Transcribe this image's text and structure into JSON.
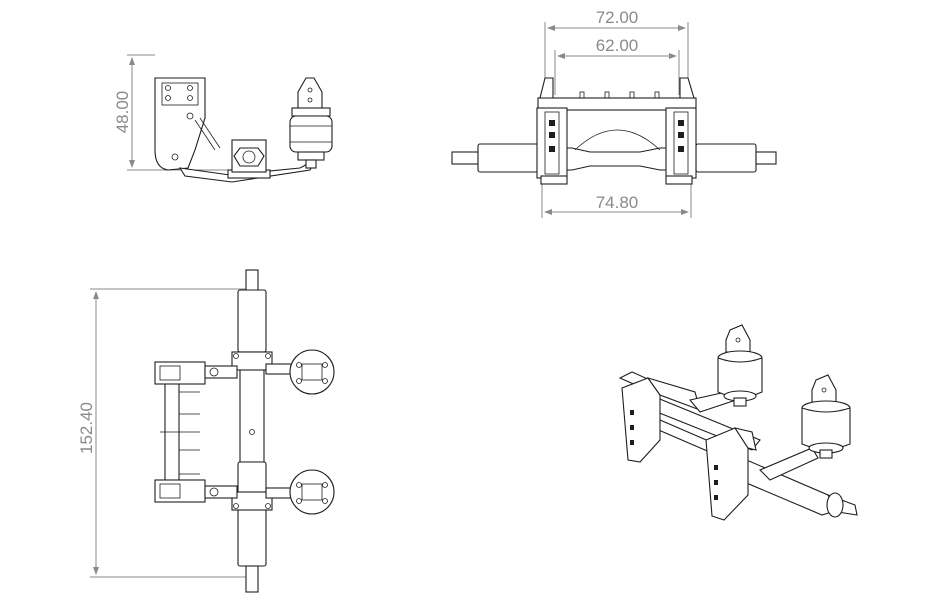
{
  "drawing": {
    "views": {
      "side": {
        "dimension_height": "48.00"
      },
      "front": {
        "dimension_outer": "72.00",
        "dimension_inner": "62.00",
        "dimension_bottom": "74.80"
      },
      "top": {
        "dimension_length": "152.40"
      },
      "iso": {}
    },
    "colors": {
      "line": "#1e1e1e",
      "dimension": "#8a8a8a",
      "background": "#ffffff"
    }
  }
}
